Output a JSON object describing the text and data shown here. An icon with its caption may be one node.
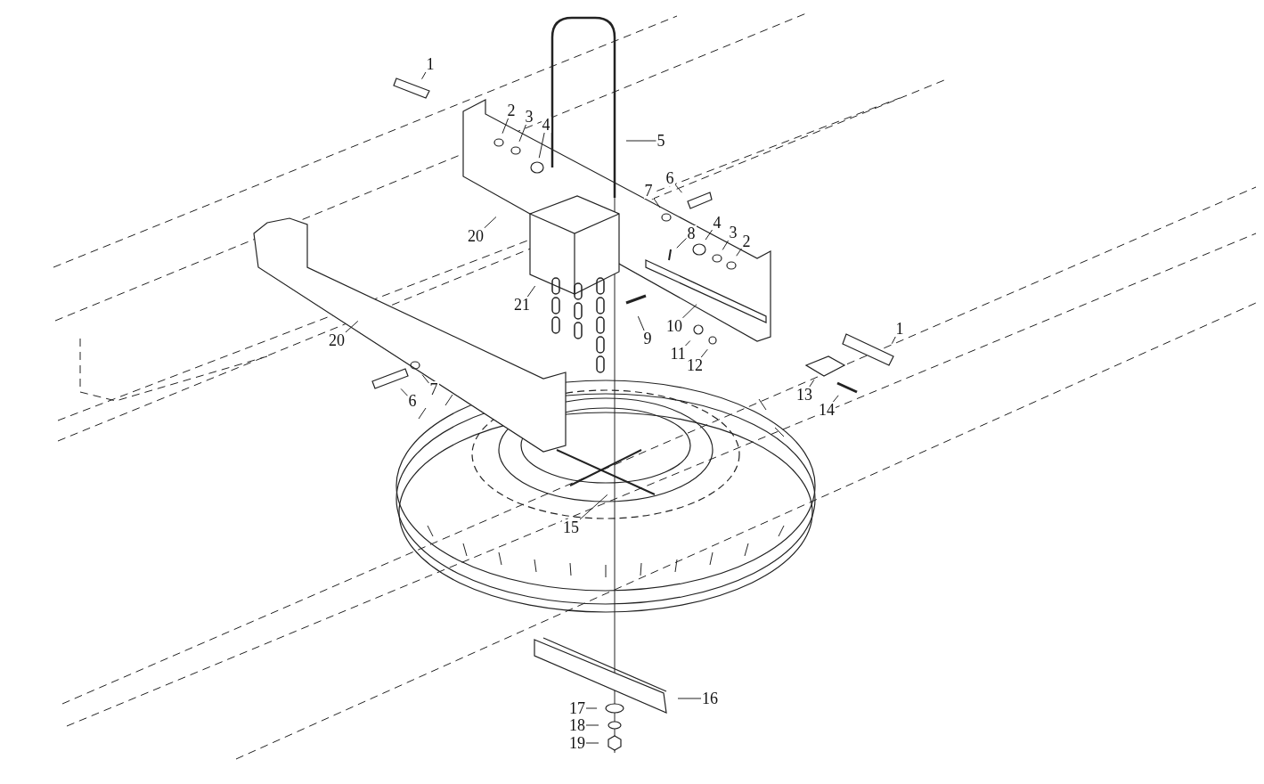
{
  "diagram": {
    "nodes": [
      {
        "text": [
          "1"
        ]
      },
      {
        "text": [
          "2"
        ]
      },
      {
        "text": [
          "3"
        ]
      },
      {
        "text": [
          "4"
        ]
      },
      {
        "text": [
          "5"
        ]
      },
      {
        "text": [
          "6"
        ]
      },
      {
        "text": [
          "7"
        ]
      },
      {
        "text": [
          "4"
        ]
      },
      {
        "text": [
          "3"
        ]
      },
      {
        "text": [
          "8"
        ]
      },
      {
        "text": [
          "20"
        ]
      },
      {
        "text": [
          "2"
        ]
      },
      {
        "text": [
          "21"
        ]
      },
      {
        "text": [
          "10"
        ]
      },
      {
        "text": [
          "1"
        ]
      },
      {
        "text": [
          "9"
        ]
      },
      {
        "text": [
          "20"
        ]
      },
      {
        "text": [
          "11"
        ]
      },
      {
        "text": [
          "12"
        ]
      },
      {
        "text": [
          "7"
        ]
      },
      {
        "text": [
          "13"
        ]
      },
      {
        "text": [
          "6"
        ]
      },
      {
        "text": [
          "14"
        ]
      },
      {
        "text": [
          "15"
        ]
      },
      {
        "text": [
          "16"
        ]
      },
      {
        "text": [
          "17"
        ]
      },
      {
        "text": [
          "18"
        ]
      },
      {
        "text": [
          "19"
        ]
      }
    ],
    "edges": [
      {
        "from": 0,
        "to": null,
        "arrow": "none"
      },
      {
        "from": 1,
        "to": null,
        "arrow": "none"
      },
      {
        "from": 2,
        "to": null,
        "arrow": "none"
      },
      {
        "from": 3,
        "to": null,
        "arrow": "none"
      },
      {
        "from": 4,
        "to": null,
        "arrow": "none"
      },
      {
        "from": 5,
        "to": null,
        "arrow": "none"
      },
      {
        "from": 6,
        "to": null,
        "arrow": "none"
      },
      {
        "from": 7,
        "to": null,
        "arrow": "none"
      },
      {
        "from": 8,
        "to": null,
        "arrow": "none"
      },
      {
        "from": 9,
        "to": null,
        "arrow": "none"
      },
      {
        "from": 10,
        "to": null,
        "arrow": "none"
      },
      {
        "from": 11,
        "to": null,
        "arrow": "none"
      },
      {
        "from": 12,
        "to": null,
        "arrow": "none"
      },
      {
        "from": 13,
        "to": null,
        "arrow": "none"
      },
      {
        "from": 14,
        "to": null,
        "arrow": "none"
      },
      {
        "from": 15,
        "to": null,
        "arrow": "none"
      },
      {
        "from": 16,
        "to": null,
        "arrow": "none"
      },
      {
        "from": 17,
        "to": null,
        "arrow": "none"
      },
      {
        "from": 18,
        "to": null,
        "arrow": "none"
      },
      {
        "from": 19,
        "to": null,
        "arrow": "none"
      },
      {
        "from": 20,
        "to": null,
        "arrow": "none"
      },
      {
        "from": 21,
        "to": null,
        "arrow": "none"
      },
      {
        "from": 22,
        "to": null,
        "arrow": "none"
      },
      {
        "from": 23,
        "to": null,
        "arrow": "none"
      },
      {
        "from": 24,
        "to": null,
        "arrow": "none"
      },
      {
        "from": 25,
        "to": null,
        "arrow": "none"
      },
      {
        "from": 26,
        "to": null,
        "arrow": "none"
      },
      {
        "from": 27,
        "to": null,
        "arrow": "none"
      }
    ]
  }
}
